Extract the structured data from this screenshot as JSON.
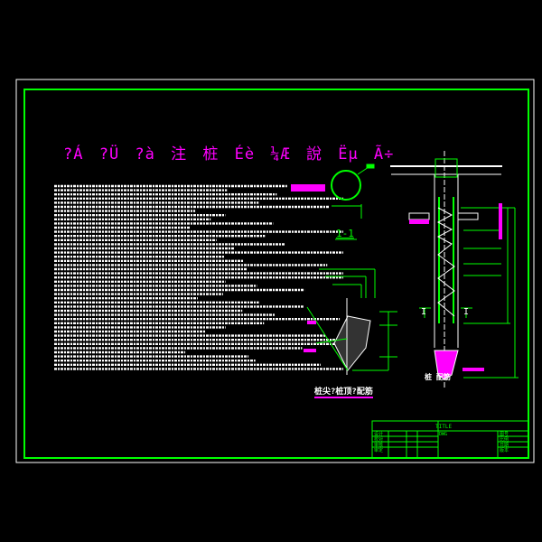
{
  "drawing": {
    "title": "?Á ?Ü ?à 注 桩 Éè ¼Æ 說 Ëµ Ã÷",
    "section_label": "1-1",
    "section_mark": "I",
    "detail_caption": "桩尖?桩顶?配筋",
    "pile_caption": "桩 配筋",
    "colors": {
      "border": "#ffffff",
      "frame": "#00ff00",
      "annotation": "#ff00ff",
      "text": "#ffffff"
    }
  },
  "title_block": {
    "title_label": "TITLE",
    "drawing_no": "DWG",
    "left_rows": [
      "设计",
      "校对",
      "审核",
      "审定"
    ],
    "right_rows": [
      "图号",
      "比例",
      "日期",
      "版本"
    ]
  }
}
